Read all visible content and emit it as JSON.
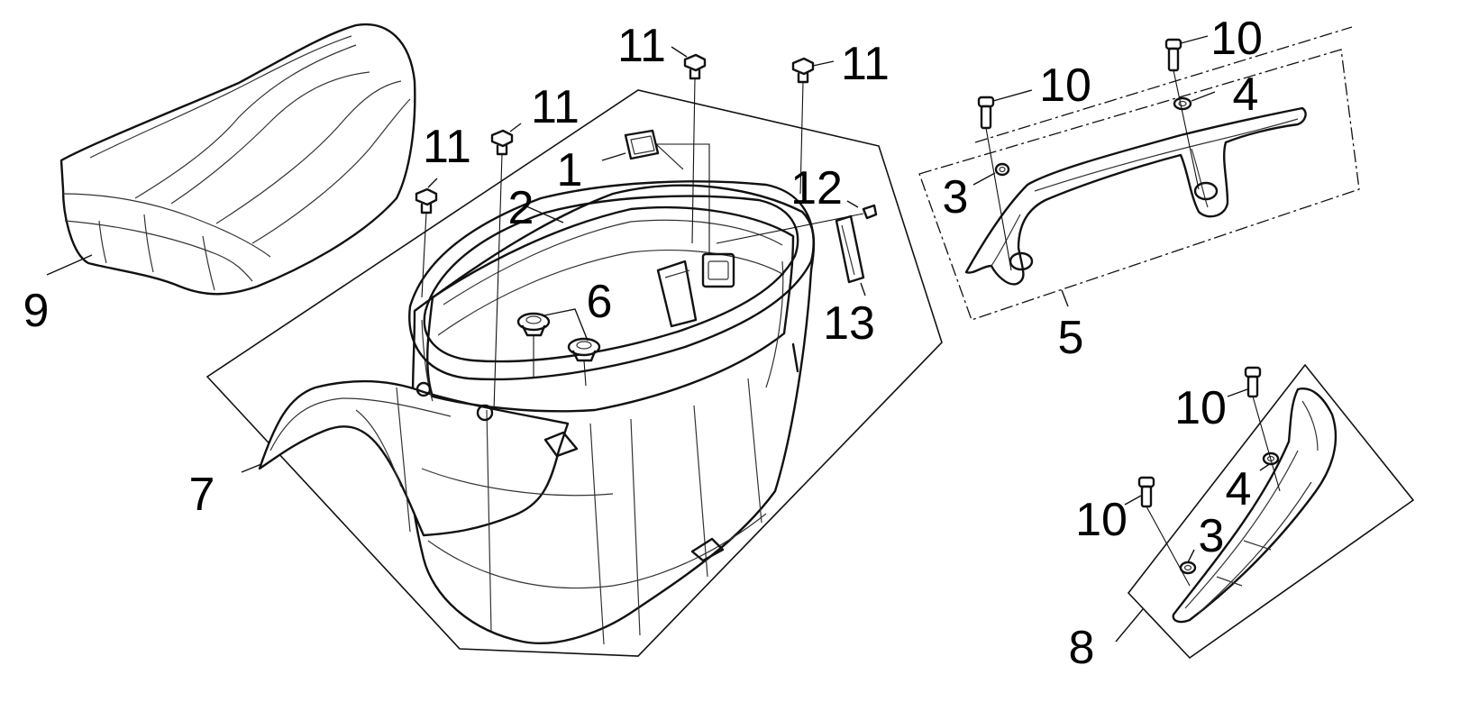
{
  "callouts": [
    {
      "id": "c1",
      "text": "1"
    },
    {
      "id": "c2",
      "text": "2"
    },
    {
      "id": "c3a",
      "text": "3"
    },
    {
      "id": "c3b",
      "text": "3"
    },
    {
      "id": "c4a",
      "text": "4"
    },
    {
      "id": "c4b",
      "text": "4"
    },
    {
      "id": "c5",
      "text": "5"
    },
    {
      "id": "c6",
      "text": "6"
    },
    {
      "id": "c7",
      "text": "7"
    },
    {
      "id": "c8",
      "text": "8"
    },
    {
      "id": "c9",
      "text": "9"
    },
    {
      "id": "c10a",
      "text": "10"
    },
    {
      "id": "c10b",
      "text": "10"
    },
    {
      "id": "c10c",
      "text": "10"
    },
    {
      "id": "c10d",
      "text": "10"
    },
    {
      "id": "c11a",
      "text": "11"
    },
    {
      "id": "c11b",
      "text": "11"
    },
    {
      "id": "c11c",
      "text": "11"
    },
    {
      "id": "c11d",
      "text": "11"
    },
    {
      "id": "c12",
      "text": "12"
    },
    {
      "id": "c13",
      "text": "13"
    }
  ]
}
